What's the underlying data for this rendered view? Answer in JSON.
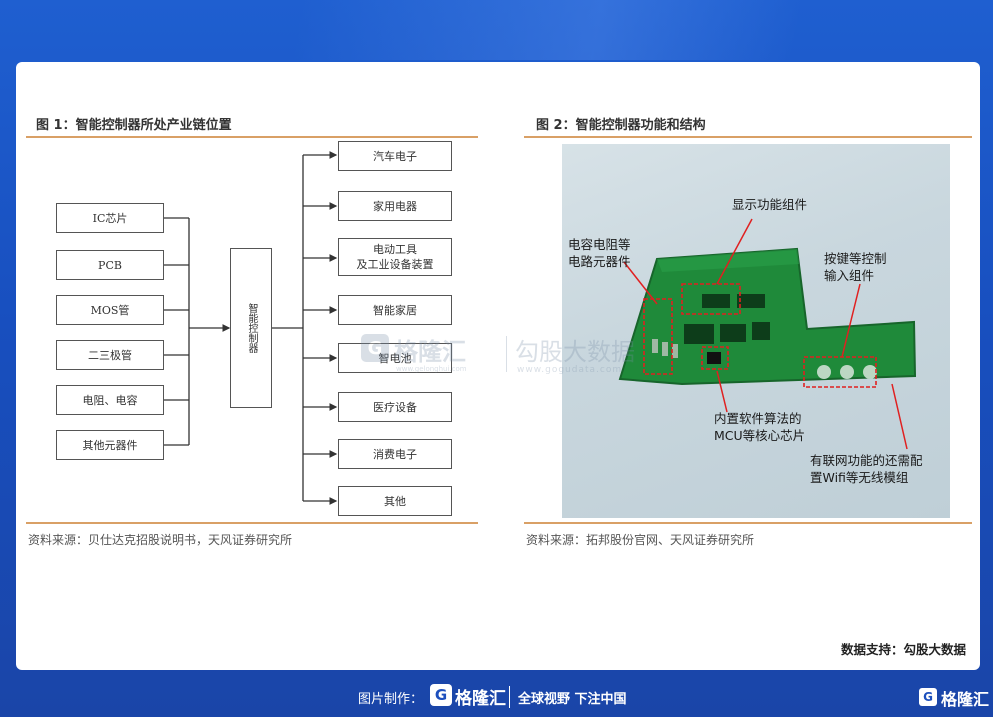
{
  "fig1": {
    "title": "图 1：智能控制器所处产业链位置",
    "source": "资料来源：贝仕达克招股说明书，天风证券研究所",
    "left_items": [
      "IC芯片",
      "PCB",
      "MOS管",
      "二三极管",
      "电阻、电容",
      "其他元器件"
    ],
    "center": "智能控制器",
    "right_items": [
      "汽车电子",
      "家用电器",
      "电动工具\n及工业设备装置",
      "智能家居",
      "智电池",
      "医疗设备",
      "消费电子",
      "其他"
    ]
  },
  "fig2": {
    "title": "图 2：智能控制器功能和结构",
    "source": "资料来源：拓邦股份官网、天风证券研究所",
    "labels": {
      "display": "显示功能组件",
      "capacitor": "电容电阻等\n电路元器件",
      "button": "按键等控制\n输入组件",
      "mcu": "内置软件算法的\nMCU等核心芯片",
      "wifi": "有联网功能的还需配\n置Wifi等无线模组"
    }
  },
  "watermark": {
    "brand": "格隆汇",
    "brand_url": "www.gelonghui.com",
    "brand2": "勾股大数据",
    "brand2_url": "www.gogudata.com"
  },
  "support": "数据支持：勾股大数据",
  "footer": {
    "made_by": "图片制作：",
    "brand": "格隆汇",
    "slogan": "全球视野 下注中国",
    "corner_brand": "格隆汇"
  },
  "colors": {
    "background": "#1f5fd0",
    "rule": "#d9a066",
    "pcb": "#1f8a3a",
    "highlight": "#e02020"
  }
}
